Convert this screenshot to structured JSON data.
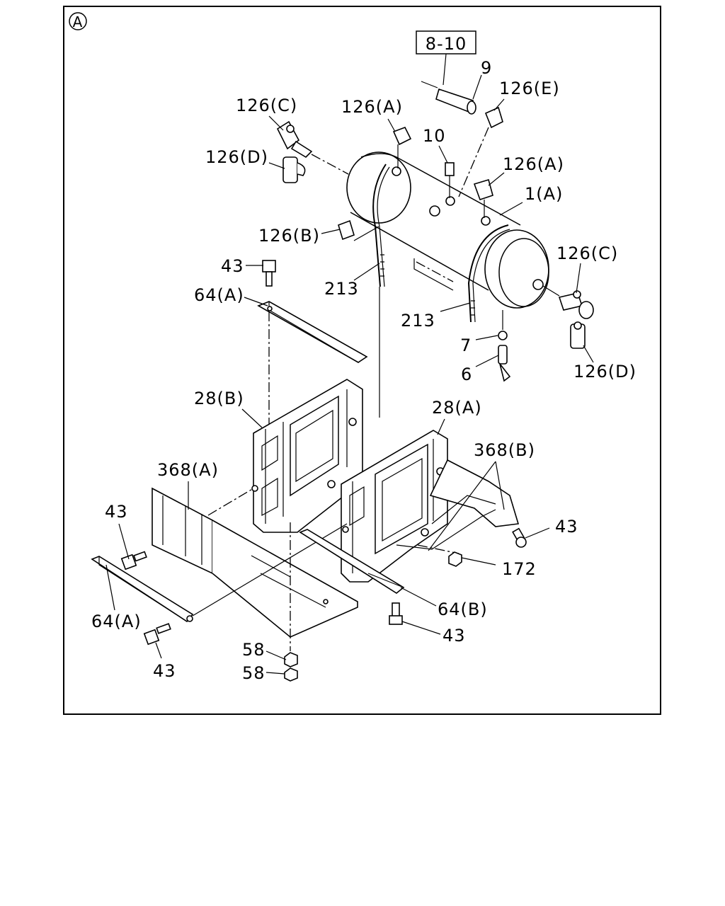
{
  "diagram": {
    "view_marker": "A",
    "ref_box": "8-10",
    "callouts": {
      "c_9": "9",
      "c_126E": "126(E)",
      "c_126C_top": "126(C)",
      "c_126A_top": "126(A)",
      "c_10": "10",
      "c_126D_left": "126(D)",
      "c_126A_right": "126(A)",
      "c_1A": "1(A)",
      "c_126B": "126(B)",
      "c_126C_right": "126(C)",
      "c_43_top": "43",
      "c_213_a": "213",
      "c_64A_top": "64(A)",
      "c_213_b": "213",
      "c_7": "7",
      "c_126D_right": "126(D)",
      "c_6": "6",
      "c_28B": "28(B)",
      "c_28A": "28(A)",
      "c_368B": "368(B)",
      "c_368A": "368(A)",
      "c_43_left": "43",
      "c_43_right": "43",
      "c_172": "172",
      "c_64B": "64(B)",
      "c_64A_bottom": "64(A)",
      "c_43_mid": "43",
      "c_58_a": "58",
      "c_43_bottom": "43",
      "c_58_b": "58"
    }
  }
}
